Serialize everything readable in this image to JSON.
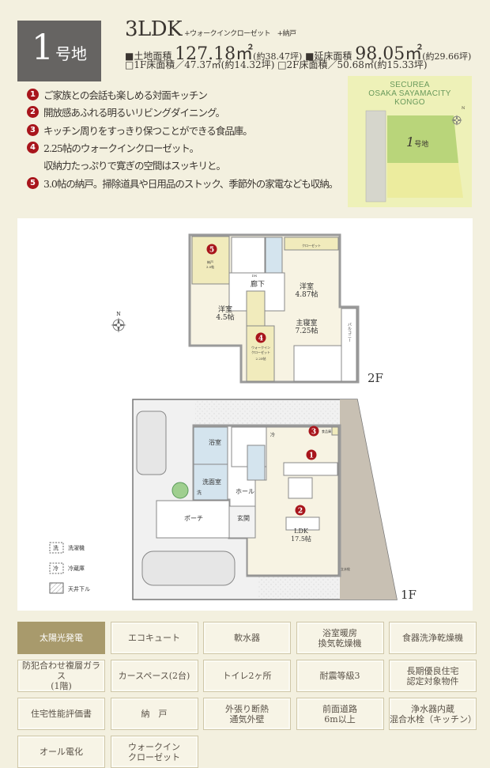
{
  "header": {
    "lot_number": "1",
    "lot_suffix": "号地",
    "layout": "3LDK",
    "layout_extras": "+ウォークインクローゼット　+納戸",
    "land_area_label": "■土地面積",
    "land_area_value": "127.18㎡",
    "land_area_tsubo": "(約38.47坪)",
    "floor_area_label": "■延床面積",
    "floor_area_value": "98.05㎡",
    "floor_area_tsubo": "(約29.66坪)",
    "floor1": "□1F床面積／47.37㎡(約14.32坪)",
    "floor2": "□2F床面積／50.68㎡(約15.33坪)"
  },
  "features": [
    {
      "num": "1",
      "text": "ご家族との会話も楽しめる対面キッチン"
    },
    {
      "num": "2",
      "text": "開放感あふれる明るいリビングダイニング。"
    },
    {
      "num": "3",
      "text": "キッチン周りをすっきり保つことができる食品庫。"
    },
    {
      "num": "4",
      "text": "2.25帖のウォークインクローゼット。"
    },
    {
      "num": "",
      "text": "収納力たっぷりで寛ぎの空間はスッキリと。"
    },
    {
      "num": "5",
      "text": "3.0帖の納戸。掃除道具や日用品のストック、季節外の家電なども収納。"
    }
  ],
  "site_map": {
    "title1": "SECUREA",
    "title2": "OSAKA SAYAMACITY",
    "title3": "KONGO",
    "lot_label_num": "1",
    "lot_label_suffix": "号地",
    "north": "N"
  },
  "floor_2f": {
    "label": "2F",
    "rooms": {
      "storage": "納戸",
      "storage_size": "3.0帖",
      "hall": "廊下",
      "western1": "洋室",
      "western1_size": "4.87帖",
      "western2": "洋室",
      "western2_size": "4.5帖",
      "master": "主寝室",
      "master_size": "7.25帖",
      "closet": "クローゼット",
      "wic1": "ウォークイン",
      "wic2": "クローゼット",
      "wic_size": "2.25帖",
      "balcony": "バルコニー",
      "dn": "DN"
    }
  },
  "floor_1f": {
    "label": "1F",
    "rooms": {
      "bath": "浴室",
      "washroom": "洗面室",
      "hall": "ホール",
      "entrance": "玄関",
      "porch": "ポーチ",
      "ldk": "LDK",
      "ldk_size": "17.5帖",
      "pantry": "食品庫",
      "fridge": "冷",
      "washer": "洗",
      "faucet": "立水栓"
    }
  },
  "legend": [
    {
      "mark": "洗",
      "label": "洗濯機"
    },
    {
      "mark": "冷",
      "label": "冷蔵庫"
    },
    {
      "mark": "",
      "label": "天井下ル"
    }
  ],
  "equipment": [
    {
      "label": "太陽光発電",
      "highlight": true
    },
    {
      "label": "エコキュート"
    },
    {
      "label": "軟水器"
    },
    {
      "label": "浴室暖房\n換気乾燥機"
    },
    {
      "label": "食器洗浄乾燥機"
    },
    {
      "label": "防犯合わせ複層ガラス\n(1階)"
    },
    {
      "label": "カースペース(2台)"
    },
    {
      "label": "トイレ2ヶ所"
    },
    {
      "label": "耐震等級3"
    },
    {
      "label": "長期優良住宅\n認定対象物件"
    },
    {
      "label": "住宅性能評価書"
    },
    {
      "label": "納　戸"
    },
    {
      "label": "外張り断熱\n通気外壁"
    },
    {
      "label": "前面道路\n6m以上"
    },
    {
      "label": "浄水器内蔵\n混合水栓（キッチン）"
    },
    {
      "label": "オール電化"
    },
    {
      "label": "ウォークイン\nクローゼット"
    }
  ],
  "colors": {
    "background": "#f3f0df",
    "lot_box": "#666462",
    "marker": "#a8151c",
    "highlight": "#a89a6c",
    "storage": "#f1ebbc",
    "wet": "#d4e4ee",
    "floor": "#f7f3e3"
  }
}
